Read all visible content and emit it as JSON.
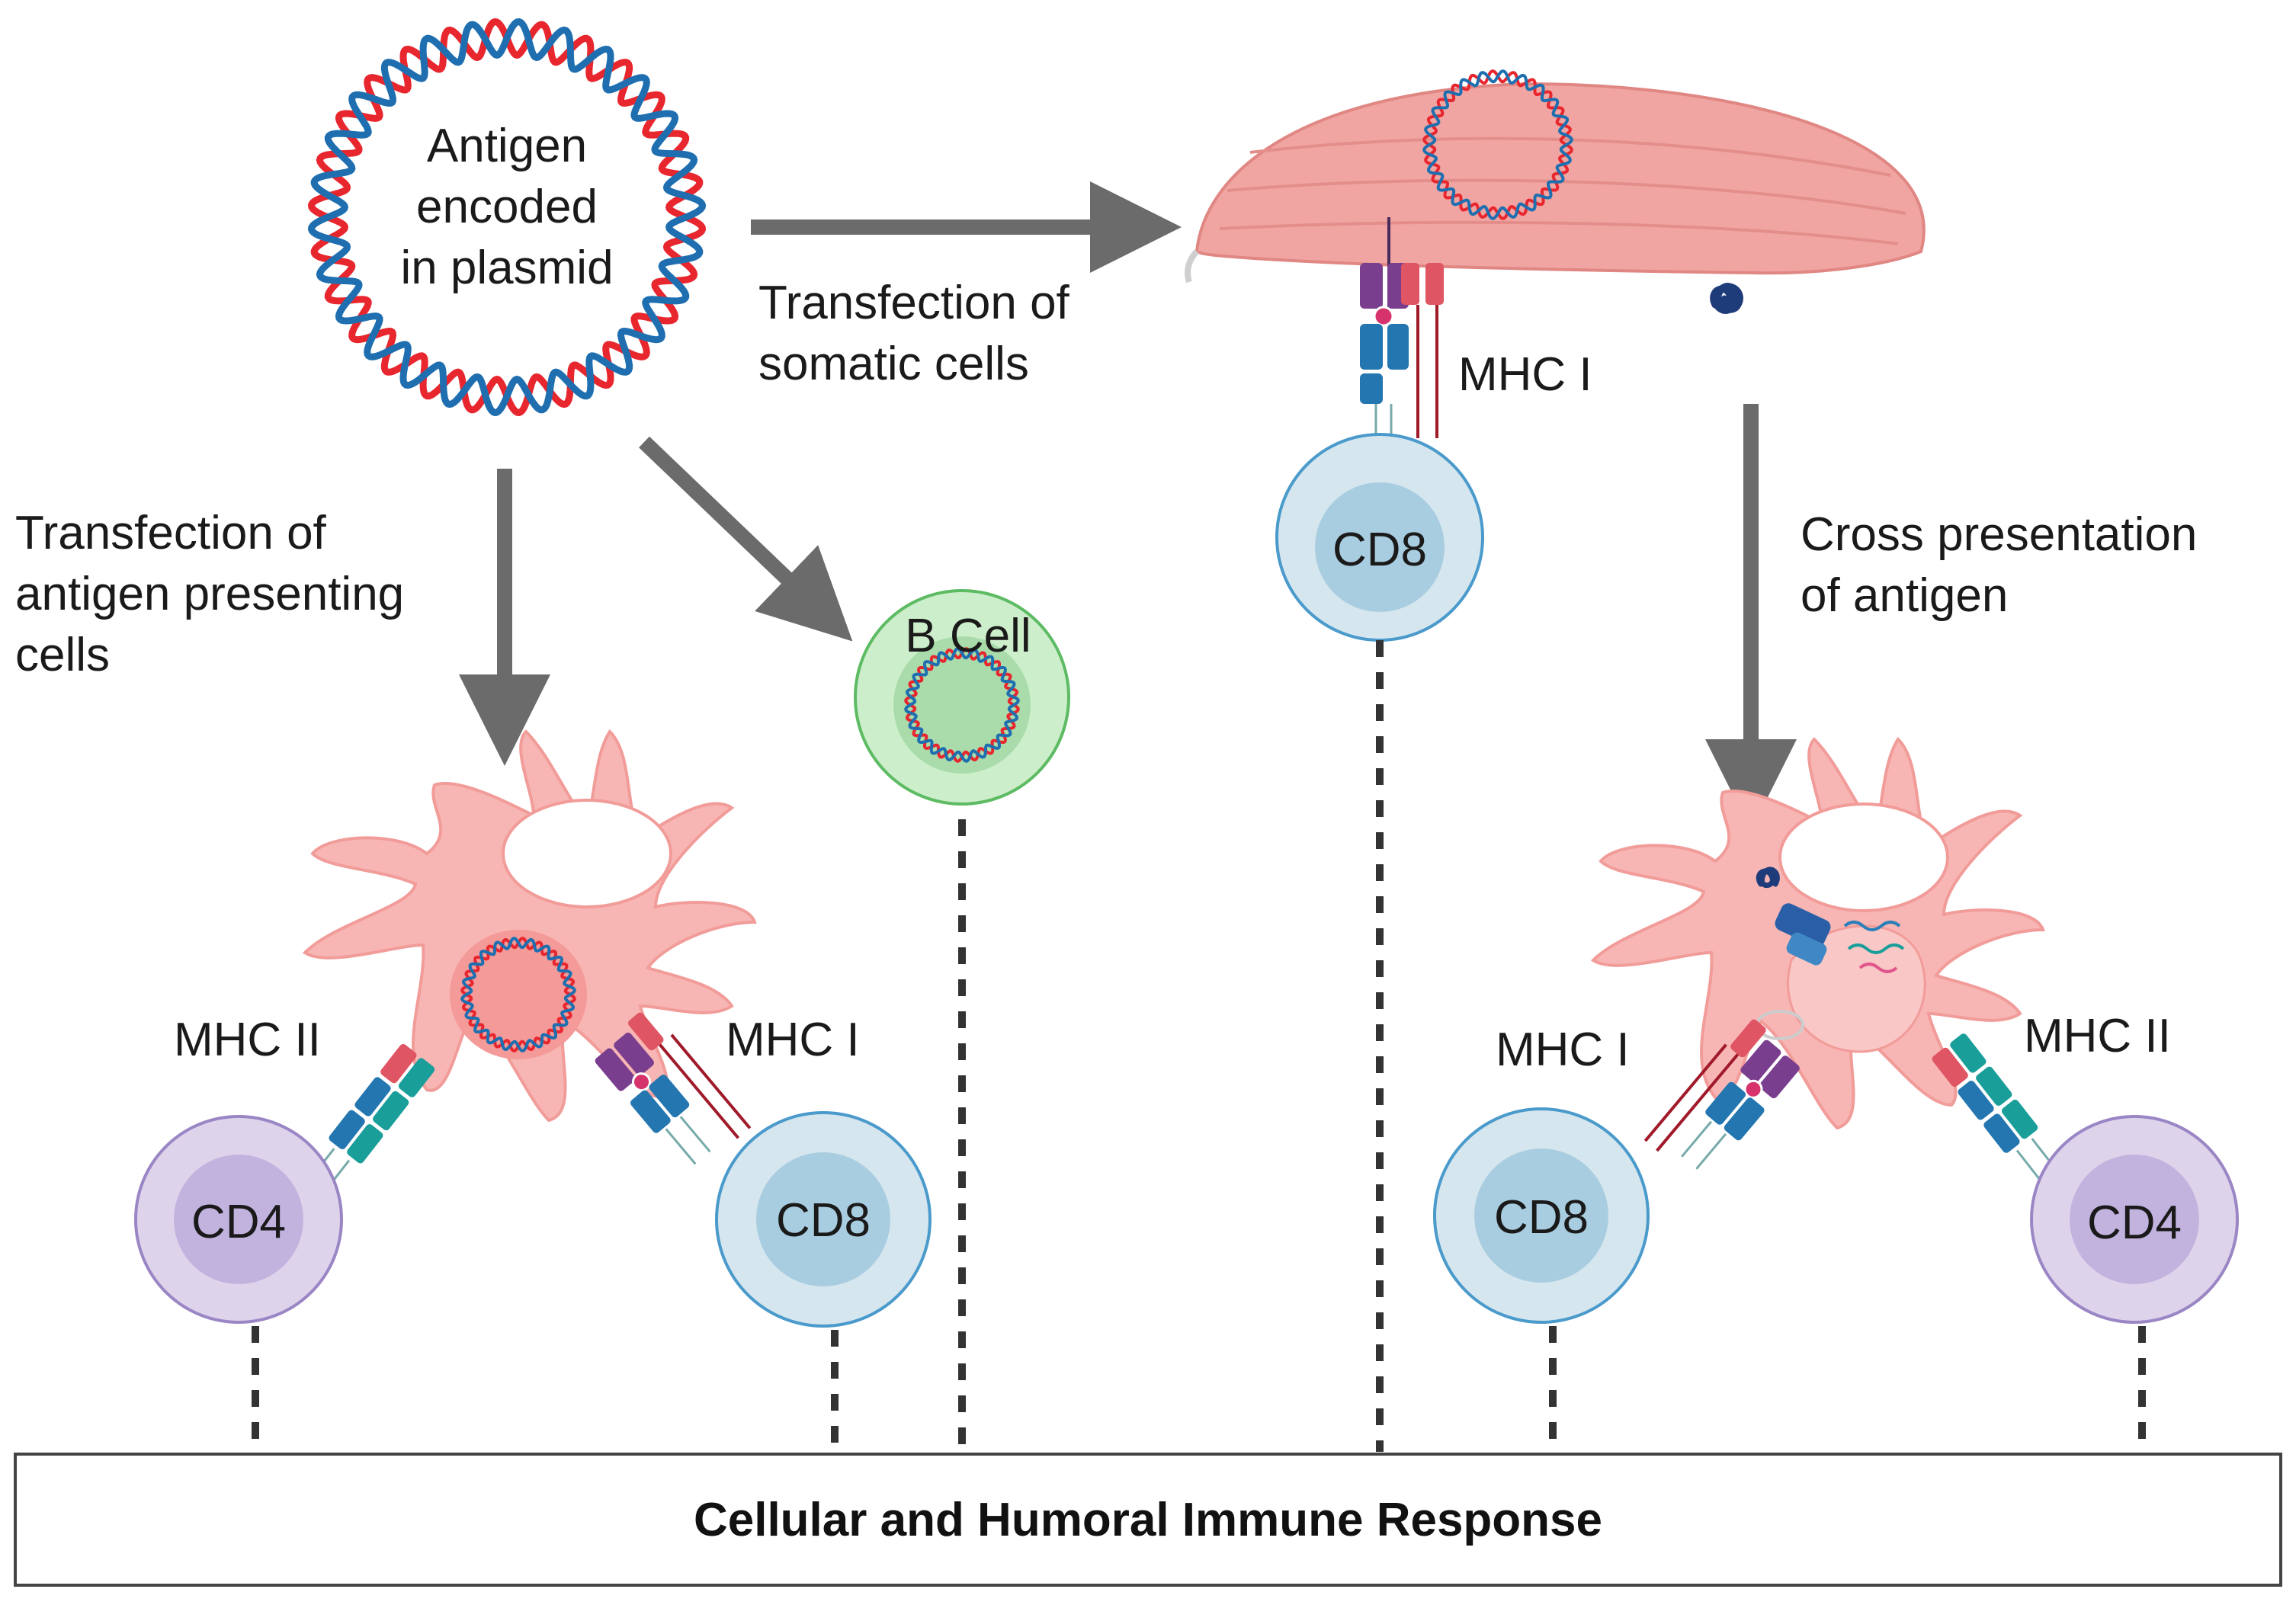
{
  "plasmid": {
    "line1": "Antigen",
    "line2": "encoded",
    "line3": "in plasmid"
  },
  "steps": {
    "somatic_line1": "Transfection of",
    "somatic_line2": "somatic cells",
    "apc_line1": "Transfection of",
    "apc_line2": "antigen presenting",
    "apc_line3": "cells",
    "cross_line1": "Cross presentation",
    "cross_line2": "of antigen"
  },
  "cells": {
    "b_cell": "B Cell",
    "cd8": "CD8",
    "cd4": "CD4"
  },
  "mhc": {
    "class1": "MHC I",
    "class2": "MHC II"
  },
  "footer": {
    "label": "Cellular and Humoral Immune Response"
  },
  "colors": {
    "dna_red": "#e8262e",
    "dna_blue": "#1f6fb0",
    "arrow": "#6b6b6b",
    "muscle": "#f0a5a2",
    "dendritic": "#f7b6b4",
    "cd8_cell": "#d5e6ef",
    "cd4_cell": "#ddd4ec",
    "b_cell": "#cdeecb"
  }
}
